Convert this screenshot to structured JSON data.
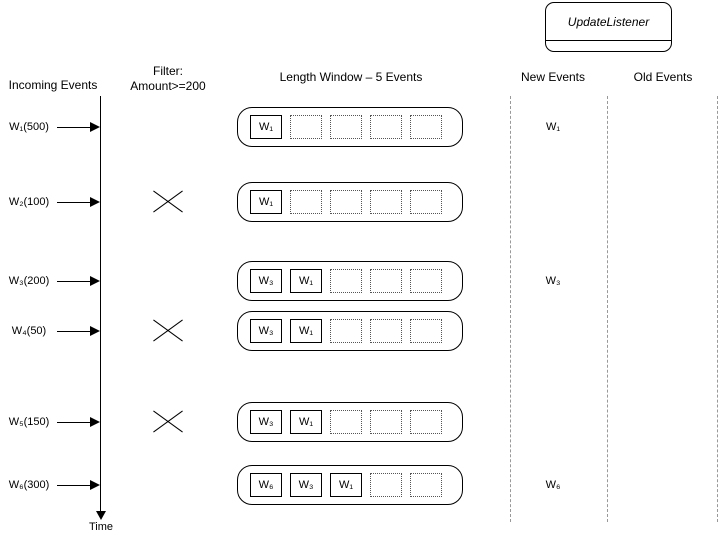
{
  "listener": {
    "title": "UpdateListener"
  },
  "headers": {
    "incoming_events": "Incoming Events",
    "filter_line1": "Filter:",
    "filter_line2": "Amount>=200",
    "length_window": "Length Window – 5 Events",
    "new_events": "New Events",
    "old_events": "Old Events"
  },
  "timeline": {
    "label": "Time"
  },
  "window": {
    "capacity": 5
  },
  "rows": [
    {
      "incoming": "W₁(500)",
      "filtered": false,
      "window_slots": [
        "W₁"
      ],
      "new_event": "W₁",
      "old_event": ""
    },
    {
      "incoming": "W₂(100)",
      "filtered": true,
      "window_slots": [
        "W₁"
      ],
      "new_event": "",
      "old_event": ""
    },
    {
      "incoming": "W₃(200)",
      "filtered": false,
      "window_slots": [
        "W₃",
        "W₁"
      ],
      "new_event": "W₃",
      "old_event": ""
    },
    {
      "incoming": "W₄(50)",
      "filtered": true,
      "window_slots": [
        "W₃",
        "W₁"
      ],
      "new_event": "",
      "old_event": ""
    },
    {
      "incoming": "W₅(150)",
      "filtered": true,
      "window_slots": [
        "W₃",
        "W₁"
      ],
      "new_event": "",
      "old_event": ""
    },
    {
      "incoming": "W₆(300)",
      "filtered": false,
      "window_slots": [
        "W₆",
        "W₃",
        "W₁"
      ],
      "new_event": "W₆",
      "old_event": ""
    }
  ],
  "colors": {
    "line": "#000000",
    "dashed_divider": "#999999",
    "background": "#ffffff"
  }
}
